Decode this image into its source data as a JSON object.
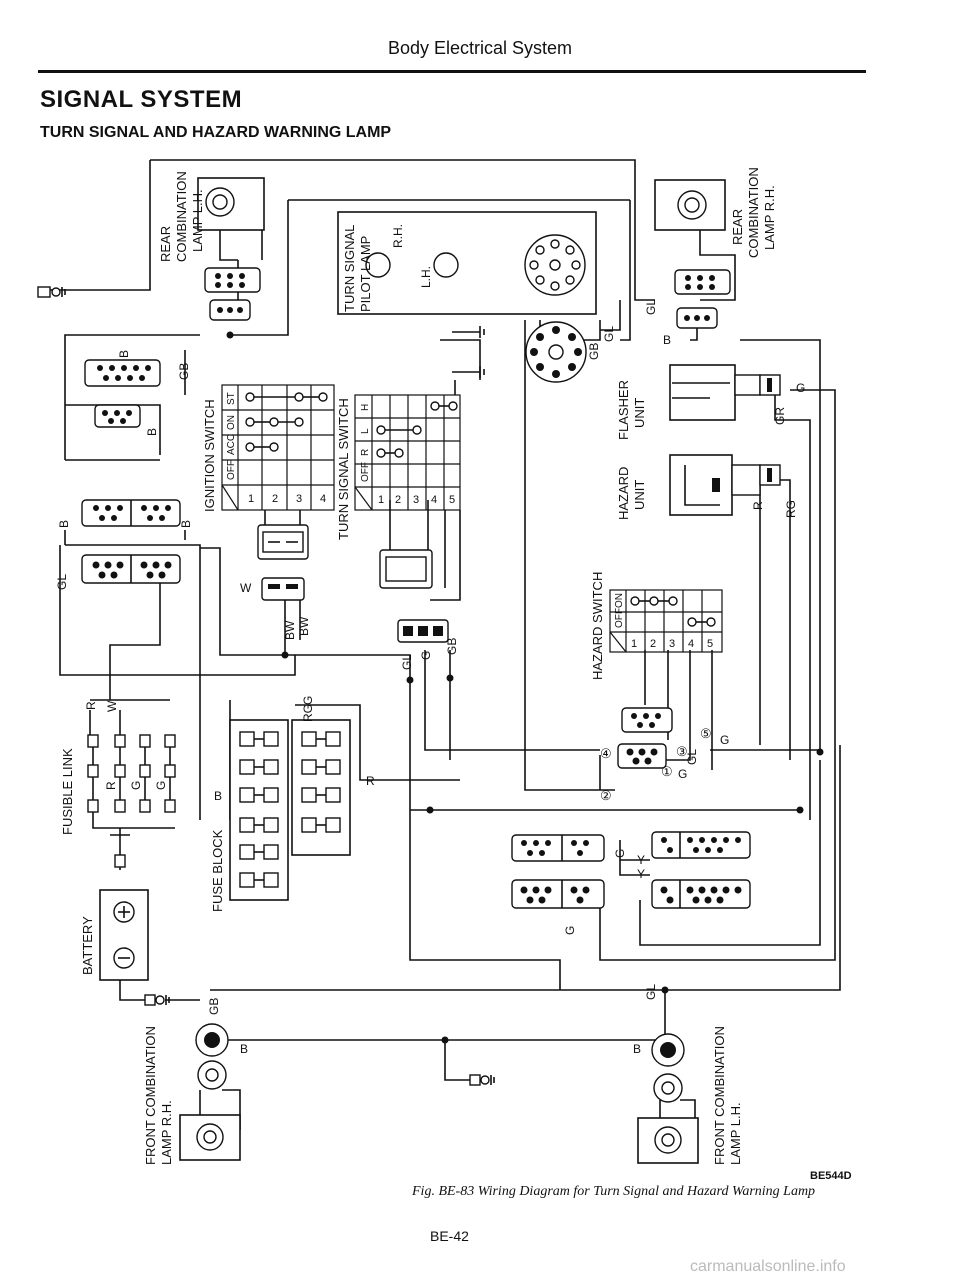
{
  "header": {
    "title": "Body Electrical System",
    "section_title": "SIGNAL SYSTEM",
    "subsection_title": "TURN SIGNAL AND HAZARD WARNING LAMP"
  },
  "components": {
    "rear_lh": [
      "REAR",
      "COMBINATION",
      "LAMP L.H."
    ],
    "rear_rh": [
      "REAR",
      "COMBINATION",
      "LAMP R.H."
    ],
    "turn_pilot": [
      "TURN SIGNAL",
      "PILOT LAMP"
    ],
    "pilot_rh": "R.H.",
    "pilot_lh": "L.H.",
    "ignition_switch": "IGNITION SWITCH",
    "turn_signal_switch": "TURN SIGNAL SWITCH",
    "flasher": [
      "FLASHER",
      "UNIT"
    ],
    "hazard_unit": [
      "HAZARD",
      "UNIT"
    ],
    "hazard_switch": "HAZARD SWITCH",
    "fusible_link": "FUSIBLE LINK",
    "fuse_block": "FUSE BLOCK",
    "battery": "BATTERY",
    "front_rh": [
      "FRONT COMBINATION",
      "LAMP R.H."
    ],
    "front_lh": [
      "FRONT COMBINATION",
      "LAMP L.H."
    ]
  },
  "switch_positions": {
    "ignition": [
      "OFF",
      "ACC",
      "ON",
      "ST"
    ],
    "turn_signal": [
      "OFF",
      "R",
      "L",
      "H"
    ],
    "hazard": [
      "OFF",
      "ON"
    ],
    "terminals": [
      "1",
      "2",
      "3",
      "4",
      "5"
    ]
  },
  "wire_colors": {
    "B": "B",
    "GB": "GB",
    "GL": "GL",
    "G": "G",
    "R": "R",
    "W": "W",
    "BW": "BW",
    "RG": "RG",
    "GR": "GR",
    "Y": "Y"
  },
  "terminal_numbers": [
    "①",
    "②",
    "③",
    "④",
    "⑤"
  ],
  "footer": {
    "figure_code": "BE544D",
    "caption": "Fig. BE-83 Wiring Diagram for Turn Signal and Hazard Warning Lamp",
    "page_number": "BE-42",
    "watermark": "carmanualsonline.info"
  }
}
